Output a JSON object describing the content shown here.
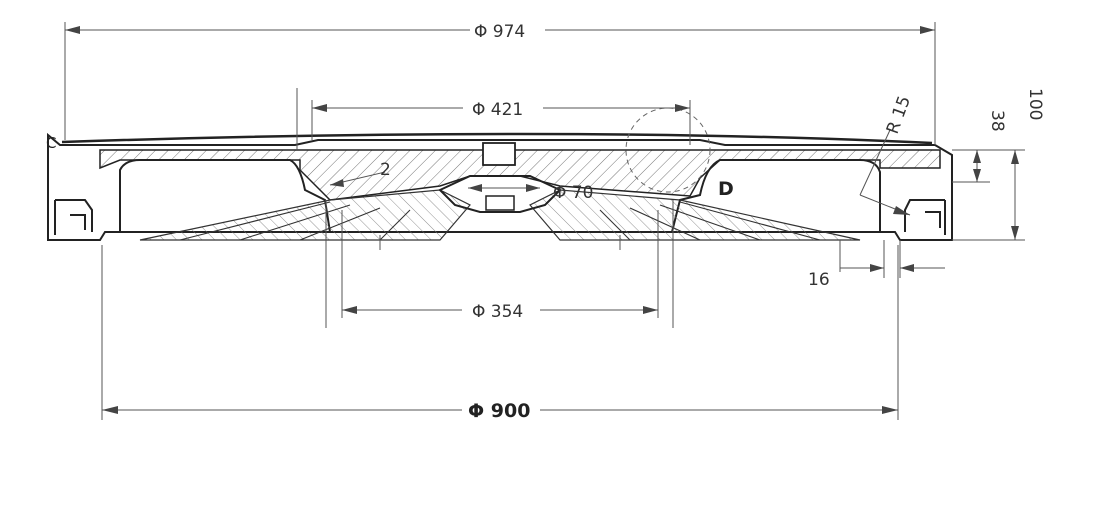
{
  "dimensions": {
    "d974": "Φ  974",
    "d421": "Φ  421",
    "d70": "Φ 70",
    "d354": "Φ  354",
    "d900": "Φ 900",
    "h38": "38",
    "h100": "100",
    "w16": "16",
    "r15": "R 15",
    "t2": "2"
  },
  "labels": {
    "c": "C",
    "d": "D"
  },
  "colors": {
    "line": "#222222",
    "dim": "#555555",
    "hatch": "#666666"
  }
}
